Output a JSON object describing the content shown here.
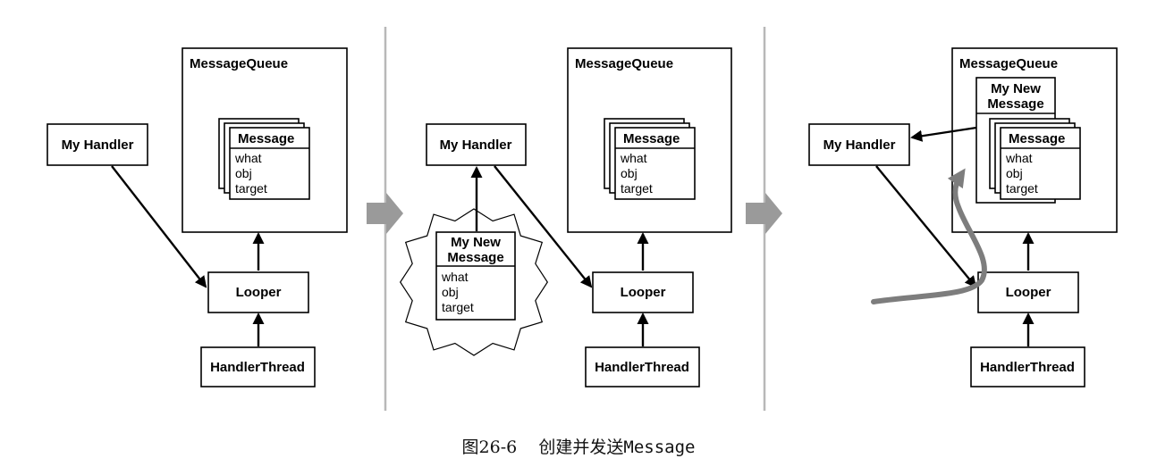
{
  "labels": {
    "message_queue": "MessageQueue",
    "my_handler": "My Handler",
    "looper": "Looper",
    "handler_thread": "HandlerThread",
    "message": "Message",
    "new_message_line1": "My New",
    "new_message_line2": "Message",
    "field_what": "what",
    "field_obj": "obj",
    "field_target": "target"
  },
  "panels": [
    "panel-1",
    "panel-2",
    "panel-3"
  ],
  "caption": {
    "number": "图26-6",
    "text": "创建并发送",
    "code": "Message"
  },
  "colors": {
    "stroke": "#000000",
    "divider": "#b8b8b8",
    "transition_arrow": "#9a9a9a",
    "path_curve": "#7d7d7d"
  }
}
